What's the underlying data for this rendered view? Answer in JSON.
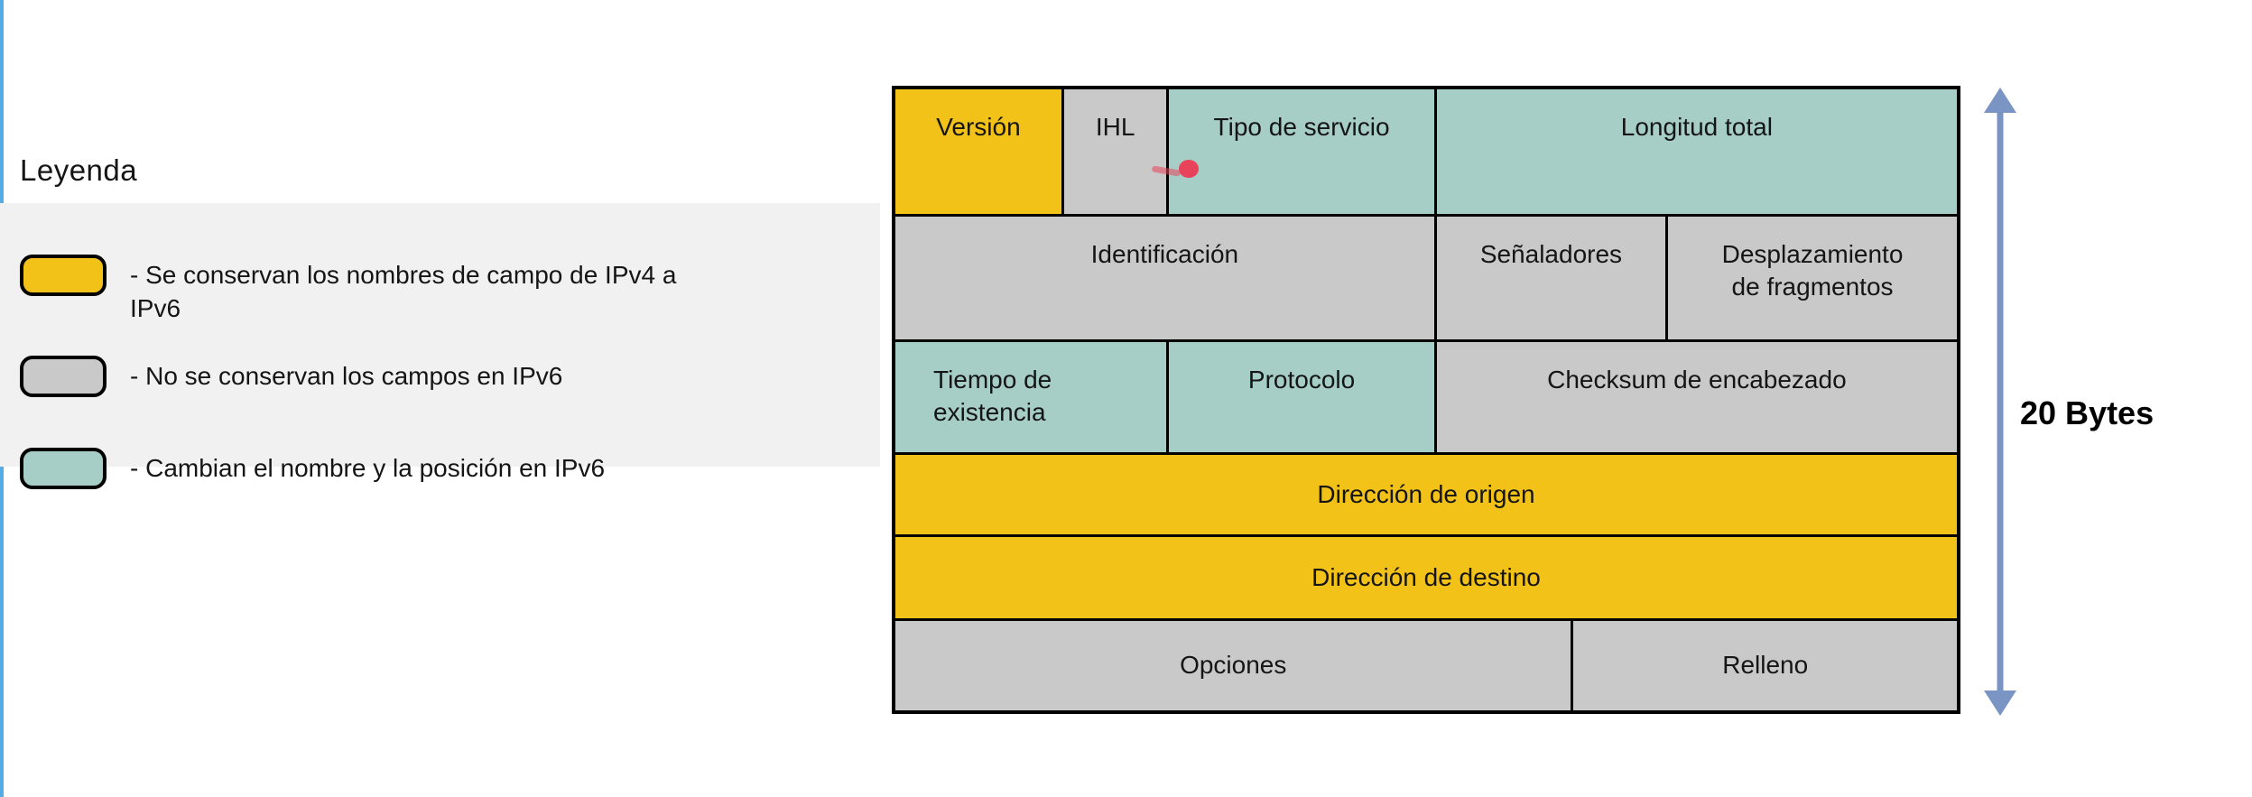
{
  "legend": {
    "title": "Leyenda",
    "items": [
      {
        "name": "conserved-fields",
        "color": "yellow",
        "label": "- Se conservan los nombres de campo de IPv4 a\nIPv6"
      },
      {
        "name": "not-conserved-fields",
        "color": "gray",
        "label": "- No se conservan los campos en IPv6"
      },
      {
        "name": "renamed-repositioned-fields",
        "color": "teal",
        "label": "- Cambian el nombre y la posición en IPv6"
      }
    ]
  },
  "diagram": {
    "rows": [
      {
        "height": 141,
        "valign": "top",
        "cells": [
          {
            "name": "version",
            "label": "Versión",
            "color": "yellow",
            "width": 15.9
          },
          {
            "name": "ihl",
            "label": "IHL",
            "color": "gray",
            "width": 9.9
          },
          {
            "name": "tipo-de-servicio",
            "label": "Tipo de servicio",
            "color": "teal",
            "width": 25.2
          },
          {
            "name": "longitud-total",
            "label": "Longitud total",
            "color": "teal",
            "width": 49.0
          }
        ]
      },
      {
        "height": 139,
        "valign": "top",
        "cells": [
          {
            "name": "identificacion",
            "label": "Identificación",
            "color": "gray",
            "width": 51.0
          },
          {
            "name": "senaladores",
            "label": "Señaladores",
            "color": "gray",
            "width": 21.8
          },
          {
            "name": "desplazamiento-de-fragmentos",
            "label": "Desplazamiento\nde fragmentos",
            "color": "gray",
            "width": 27.2
          }
        ]
      },
      {
        "height": 125,
        "valign": "top",
        "cells": [
          {
            "name": "tiempo-de-existencia",
            "label": "Tiempo de\nexistencia",
            "color": "teal",
            "width": 25.8,
            "align": "left"
          },
          {
            "name": "protocolo",
            "label": "Protocolo",
            "color": "teal",
            "width": 25.2
          },
          {
            "name": "checksum-de-encabezado",
            "label": "Checksum de encabezado",
            "color": "gray",
            "width": 49.0
          }
        ]
      },
      {
        "height": 91,
        "valign": "middle",
        "cells": [
          {
            "name": "direccion-de-origen",
            "label": "Dirección de origen",
            "color": "yellow",
            "width": 100
          }
        ]
      },
      {
        "height": 93,
        "valign": "middle",
        "cells": [
          {
            "name": "direccion-de-destino",
            "label": "Dirección de destino",
            "color": "yellow",
            "width": 100
          }
        ]
      },
      {
        "height": 99,
        "valign": "middle",
        "cells": [
          {
            "name": "opciones",
            "label": "Opciones",
            "color": "gray",
            "width": 63.9
          },
          {
            "name": "relleno",
            "label": "Relleno",
            "color": "gray",
            "width": 36.1
          }
        ]
      }
    ]
  },
  "annotation": {
    "bytes_label": "20 Bytes"
  },
  "colors": {
    "yellow": "#F2C218",
    "gray": "#C9C9C9",
    "teal": "#A6CEC7",
    "arrow": "#7A94C4",
    "pointer": "#E8435A",
    "edge": "#55ACE4"
  }
}
